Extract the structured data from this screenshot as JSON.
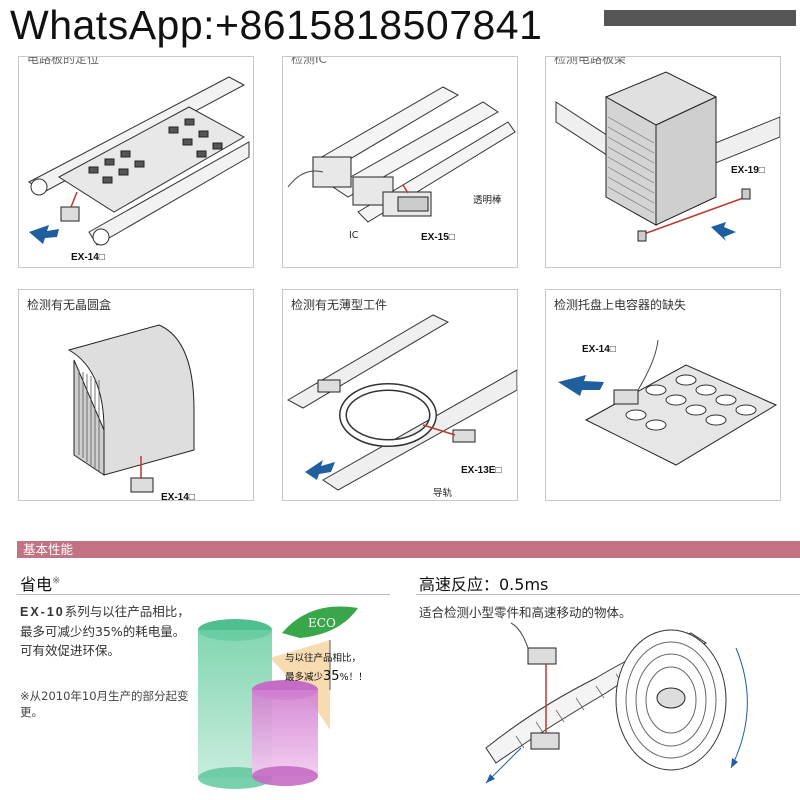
{
  "watermark": "WhatsApp:+8615818507841",
  "panels": [
    {
      "title": "电路板的定位",
      "labels": [
        "EX-14□"
      ]
    },
    {
      "title": "检测IC",
      "labels": [
        "透明棒",
        "IC",
        "EX-15□"
      ]
    },
    {
      "title": "检测电路板架",
      "labels": [
        "EX-19□"
      ]
    },
    {
      "title": "检测有无晶圆盒",
      "labels": [
        "EX-14□"
      ]
    },
    {
      "title": "检测有无薄型工件",
      "labels": [
        "EX-13E□",
        "导轨"
      ]
    },
    {
      "title": "检测托盘上电容器的缺失",
      "labels": [
        "EX-14□"
      ]
    }
  ],
  "section_header": "基本性能",
  "left": {
    "heading": "省电",
    "heading_mark": "※",
    "model": "EX-10",
    "desc": "系列与以往产品相比，最多可减少约35%的耗电量。可有效促进环保。",
    "note": "※从2010年10月生产的部分起变更。",
    "badge": "ECO",
    "callout_line1": "与以往产品相比，",
    "callout_prefix": "最多减少",
    "callout_value": "35",
    "callout_suffix": "%！！",
    "colors": {
      "green": "#57c49a",
      "pink": "#c56cc4",
      "header": "#c17384"
    }
  },
  "right": {
    "heading": "高速反应：0.5ms",
    "desc": "适合检测小型零件和高速移动的物体。"
  }
}
